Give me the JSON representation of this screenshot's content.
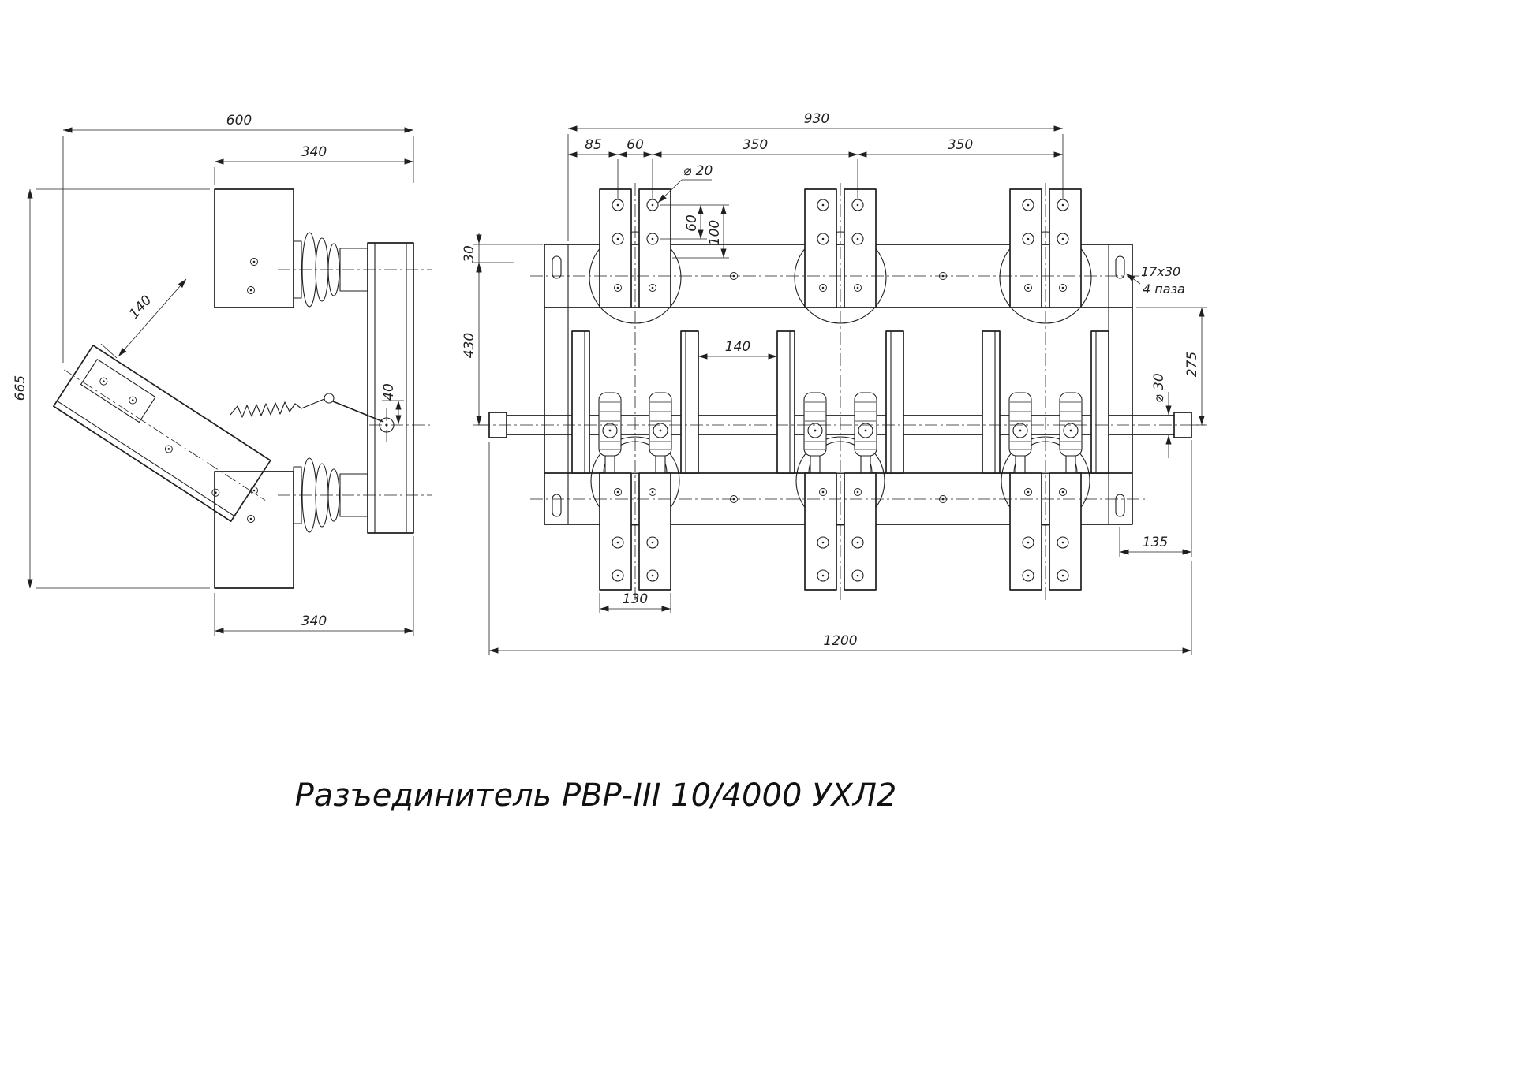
{
  "title": "Разъединитель РВР-III 10/4000 УХЛ2",
  "left_view": {
    "dim_600": "600",
    "dim_340_top": "340",
    "dim_140": "140",
    "dim_665": "665",
    "dim_40": "40",
    "dim_340_bottom": "340"
  },
  "right_view": {
    "dim_930": "930",
    "dim_85": "85",
    "dim_60": "60",
    "dim_350_a": "350",
    "dim_350_b": "350",
    "dia_20": "⌀ 20",
    "dim_v60": "60",
    "dim_v100": "100",
    "dim_30": "30",
    "dim_430": "430",
    "dim_140": "140",
    "slot_size": "17х30",
    "slot_count": "4 паза",
    "dim_275": "275",
    "dia_30": "⌀ 30",
    "dim_135": "135",
    "dim_130": "130",
    "dim_1200": "1200"
  }
}
